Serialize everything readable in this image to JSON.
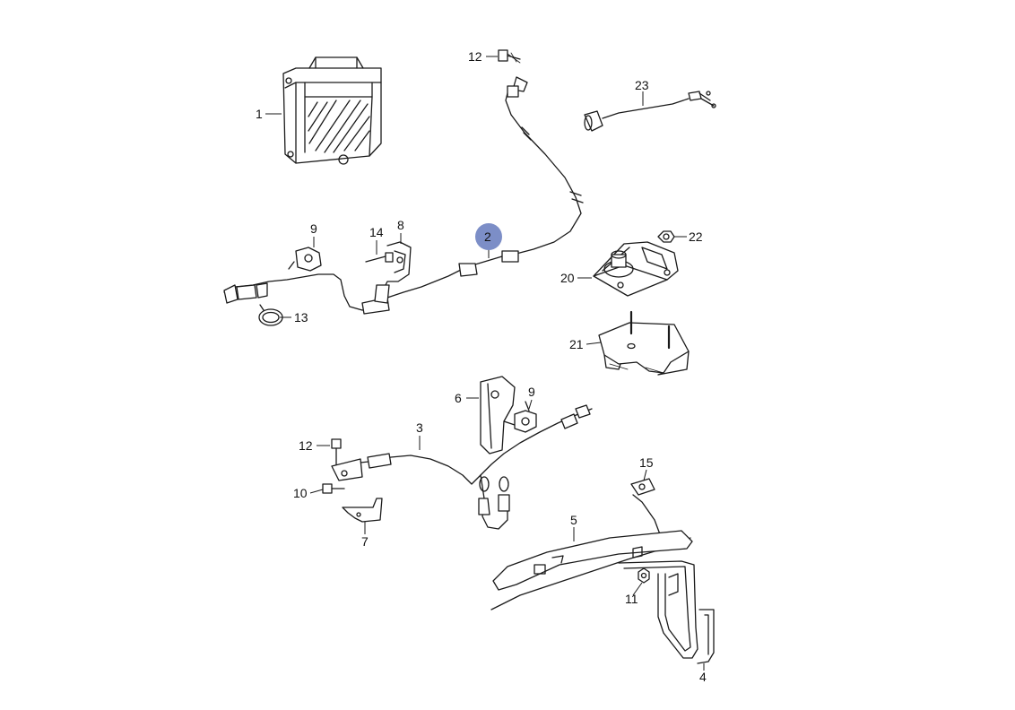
{
  "diagram": {
    "highlight_color": "#7c8ec7",
    "selected_callout": "2",
    "callouts": {
      "c1": "1",
      "c2": "2",
      "c3": "3",
      "c4": "4",
      "c5": "5",
      "c6": "6",
      "c7": "7",
      "c8": "8",
      "c9a": "9",
      "c9b": "9",
      "c10": "10",
      "c11": "11",
      "c12a": "12",
      "c12b": "12",
      "c13": "13",
      "c14": "14",
      "c15": "15",
      "c20": "20",
      "c21": "21",
      "c22": "22",
      "c23": "23"
    }
  }
}
